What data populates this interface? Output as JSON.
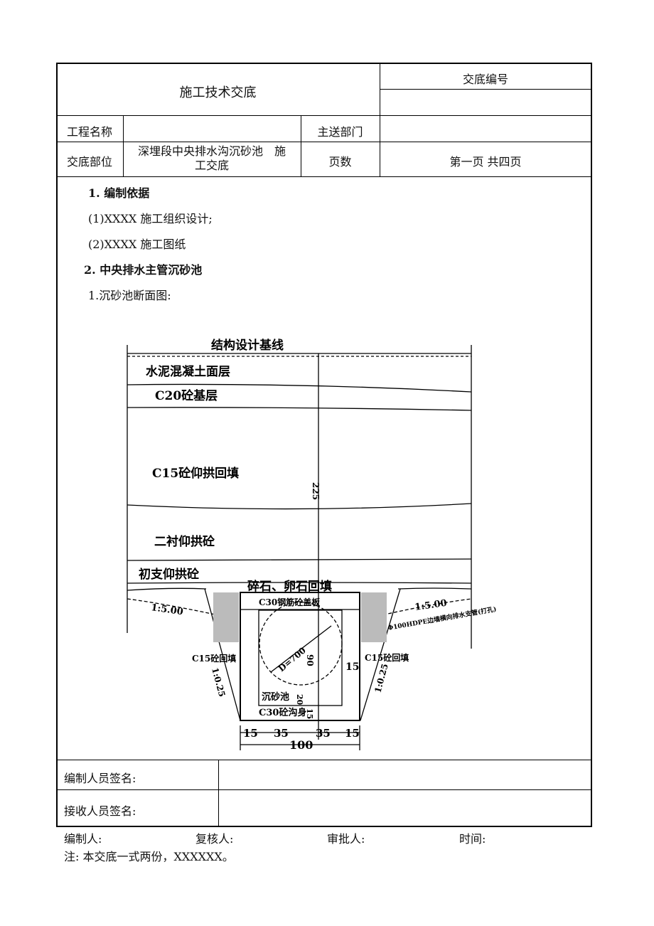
{
  "header": {
    "title": "施工技术交底",
    "code_label": "交底编号",
    "code_value": ""
  },
  "rows": {
    "project_label": "工程名称",
    "project_value": "",
    "dept_label": "主送部门",
    "dept_value": "",
    "part_label": "交底部位",
    "part_value_line1": "深埋段中央排水沟沉砂池　施",
    "part_value_line2": "工交底",
    "pages_label": "页数",
    "pages_value": "第一页  共四页"
  },
  "content": {
    "s1": "1. 编制依据",
    "s1_items": [
      "(1)XXXX 施工组织设计;",
      "(2)XXXX 施工图纸"
    ],
    "s2": "2. 中央排水主管沉砂池",
    "s2_sub": "1.沉砂池断面图:"
  },
  "drawing": {
    "baseline": "结构设计基线",
    "layer1": "水泥混凝土面层",
    "layer2": "C20砼基层",
    "layer3": "C15砼仰拱回填",
    "layer4": "二衬仰拱砼",
    "layer5": "初支仰拱砼",
    "gravel": "碎石、卵石回填",
    "cover": "C30钢筋砼盖板",
    "slope_left": "1:5.00",
    "slope_right": "1:5.00",
    "pipe": "Φ100HDPE边墙横向排水支管(打孔)",
    "fill_left": "C15砼回填",
    "fill_right": "C15砼回填",
    "side_slope_left": "1:0.25",
    "side_slope_right": "1:0.25",
    "diameter": "D=700",
    "dim_225": "225",
    "dim_90": "90",
    "dim_15a": "15",
    "pit": "沉砂池",
    "dim_20": "20",
    "body": "C30砼沟身",
    "dim_15b": "15",
    "bottom_dims": [
      "15",
      "35",
      "35",
      "15"
    ],
    "total": "100"
  },
  "signs": {
    "compiler": "编制人员签名:",
    "receiver": "接收人员签名:"
  },
  "footer": {
    "compiled_by": "编制人:",
    "reviewed_by": "复核人:",
    "approved_by": "审批人:",
    "time": "时间:",
    "note": "注: 本交底一式两份，XXXXXX。"
  }
}
